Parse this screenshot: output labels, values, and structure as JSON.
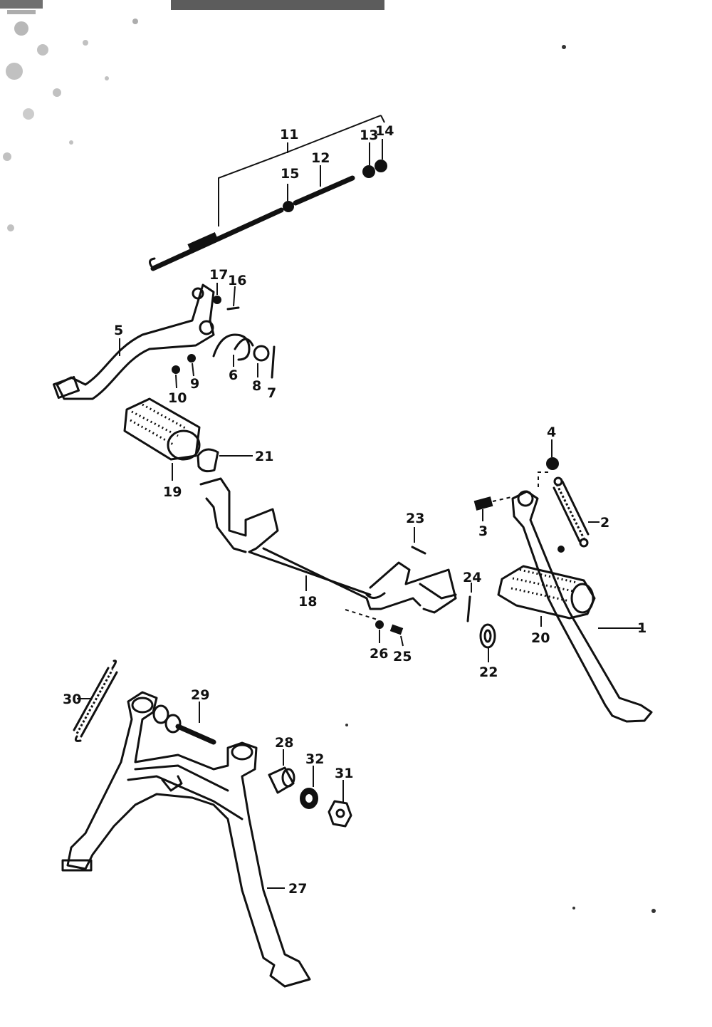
{
  "title": "",
  "parts": [
    {
      "id": "p1",
      "label": "1"
    },
    {
      "id": "p2",
      "label": "2"
    },
    {
      "id": "p3",
      "label": "3"
    },
    {
      "id": "p4",
      "label": "4"
    },
    {
      "id": "p5",
      "label": "5"
    },
    {
      "id": "p6",
      "label": "6"
    },
    {
      "id": "p7",
      "label": "7"
    },
    {
      "id": "p8",
      "label": "8"
    },
    {
      "id": "p9",
      "label": "9"
    },
    {
      "id": "p10",
      "label": "10"
    },
    {
      "id": "p11",
      "label": "11"
    },
    {
      "id": "p12",
      "label": "12"
    },
    {
      "id": "p13",
      "label": "13"
    },
    {
      "id": "p14",
      "label": "14"
    },
    {
      "id": "p15",
      "label": "15"
    },
    {
      "id": "p16",
      "label": "16"
    },
    {
      "id": "p17",
      "label": "17"
    },
    {
      "id": "p18",
      "label": "18"
    },
    {
      "id": "p19",
      "label": "19"
    },
    {
      "id": "p20",
      "label": "20"
    },
    {
      "id": "p21",
      "label": "21"
    },
    {
      "id": "p22",
      "label": "22"
    },
    {
      "id": "p23",
      "label": "23"
    },
    {
      "id": "p24",
      "label": "24"
    },
    {
      "id": "p25",
      "label": "25"
    },
    {
      "id": "p26",
      "label": "26"
    },
    {
      "id": "p27",
      "label": "27"
    },
    {
      "id": "p28",
      "label": "28"
    },
    {
      "id": "p29",
      "label": "29"
    },
    {
      "id": "p30",
      "label": "30"
    },
    {
      "id": "p31",
      "label": "31"
    },
    {
      "id": "p32",
      "label": "32"
    }
  ]
}
